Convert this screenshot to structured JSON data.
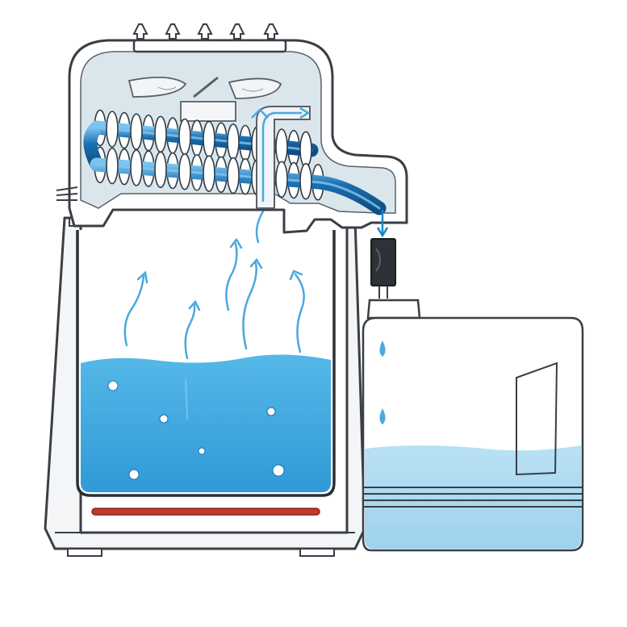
{
  "diagram": {
    "subject": "water-distiller-cross-section",
    "colors": {
      "outline": "#3a3f45",
      "housing": "#ffffff",
      "housing_shade": "#e9ecef",
      "lid_tint": "#d7e3ea",
      "water": "#3aa6dd",
      "water_light": "#a8d8ef",
      "water_deep": "#1b86c8",
      "coil": "#1b6fb0",
      "coil_light": "#5fb2e6",
      "heater": "#c0392b",
      "steam": "#4aa8de",
      "bubble": "#ffffff",
      "nozzle": "#2d3238"
    },
    "exhaust_arrows": 5,
    "steam_wisps": 6,
    "bubbles": 6,
    "falling_drops": 2
  }
}
